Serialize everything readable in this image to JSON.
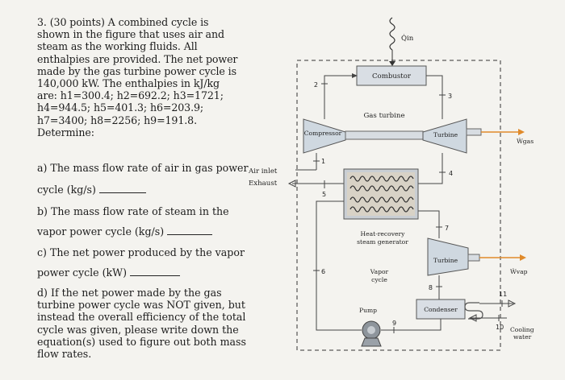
{
  "problem": {
    "lines": [
      "3. (30 points) A combined cycle is",
      "shown in the figure that uses air and",
      "steam as the working fluids. All",
      "enthalpies are provided. The net power",
      "made by the gas turbine power cycle is",
      "140,000 kW. The enthalpies in kJ/kg",
      "are: h1=300.4; h2=692.2; h3=1721;",
      "h4=944.5; h5=401.3; h6=203.9;",
      "h7=3400; h8=2256; h9=191.8.",
      "Determine:"
    ]
  },
  "questions": {
    "a": [
      "a) The mass flow rate of air in gas power",
      "cycle (kg/s)"
    ],
    "b": [
      "b) The mass flow rate of steam in the",
      "vapor power cycle (kg/s)"
    ],
    "c": [
      "c) The net power produced by the vapor",
      "power cycle (kW)"
    ],
    "d": [
      "d) If the net power made by the gas",
      "turbine power cycle was NOT given, but",
      "instead the overall efficiency of the total",
      "cycle was given, please write down the",
      "equation(s) used to figure out both mass",
      "flow rates."
    ]
  },
  "diagram": {
    "combustor": "Combustor",
    "gas_turbine": "Gas turbine",
    "compressor": "Compressor",
    "turbine_top": "Turbine",
    "turbine_bottom": "Turbine",
    "air_inlet": "Air inlet",
    "exhaust": "Exhaust",
    "hrsg": [
      "Heat-recovery",
      "steam generator"
    ],
    "vapor_cycle": [
      "Vapor",
      "cycle"
    ],
    "pump": "Pump",
    "condenser": "Condenser",
    "cooling_water": [
      "Cooling",
      "water"
    ],
    "q_in": "Q̇in",
    "w_gas": "Ẇgas",
    "w_vap": "Ẇvap",
    "state_numbers": [
      "1",
      "2",
      "3",
      "4",
      "5",
      "6",
      "7",
      "8",
      "9",
      "10",
      "11"
    ]
  }
}
